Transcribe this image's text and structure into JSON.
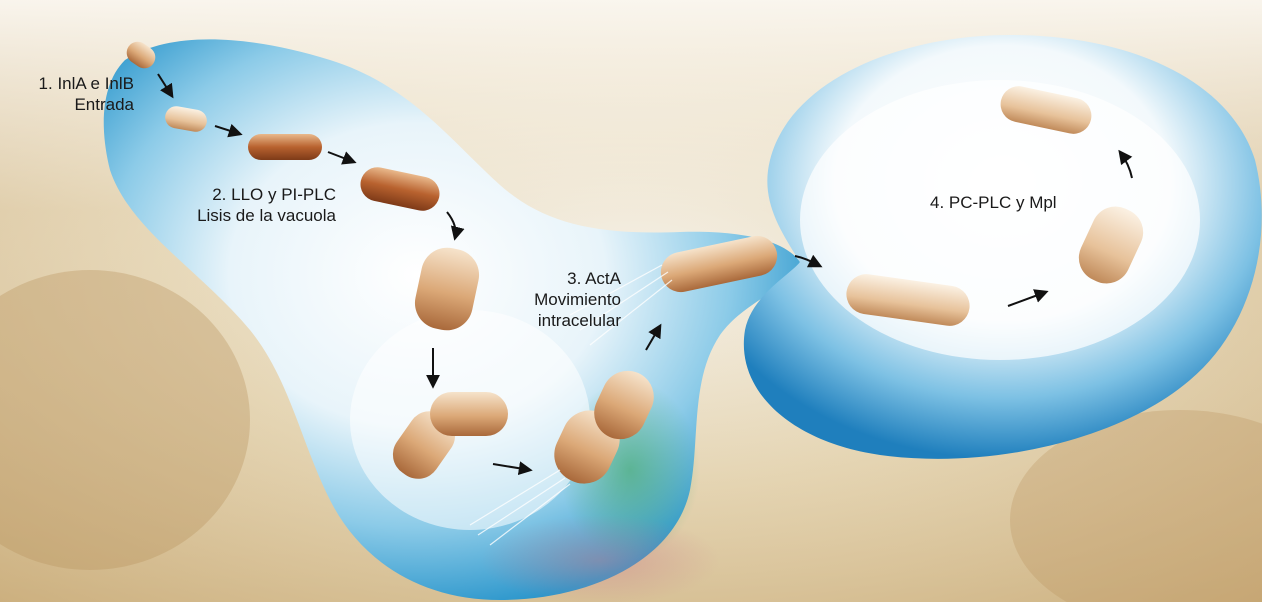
{
  "steps": [
    {
      "number_title": "1. InlA e InlB",
      "description": "Entrada"
    },
    {
      "number_title": "2. LLO y PI-PLC",
      "description": "Lisis de la vacuola"
    },
    {
      "number_title": "3. ActA",
      "description": "Movimiento",
      "description2": "intracelular"
    },
    {
      "number_title": "4. PC-PLC y Mpl"
    }
  ],
  "colors": {
    "cell_blue": "#3fa6d6",
    "cell_white": "#ffffff",
    "bacterium_brown": "#a6532a",
    "bacterium_tan": "#e2b487",
    "background_sand": "#d9c49b",
    "arrow": "#111111"
  }
}
